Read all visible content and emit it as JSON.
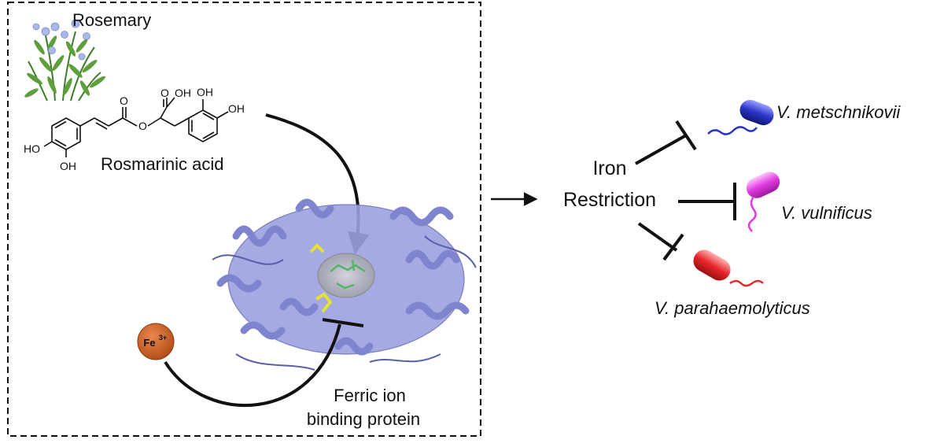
{
  "plant_label": "Rosemary",
  "compound_label": "Rosmarinic acid",
  "chem": {
    "oh": "OH",
    "ho": "HO",
    "o": "O"
  },
  "ion": {
    "symbol": "Fe",
    "charge": "3+"
  },
  "protein_label": {
    "line1": "Ferric ion",
    "line2": "binding protein"
  },
  "effect": {
    "line1": "Iron",
    "line2": "Restriction"
  },
  "species": [
    {
      "name": "V. metschnikovii",
      "color": "#2b35c9"
    },
    {
      "name": "V. vulnificus",
      "color": "#e03adf"
    },
    {
      "name": "V. parahaemolyticus",
      "color": "#e8262a"
    }
  ],
  "colors": {
    "protein": "#8c90d6",
    "ligand": "#56b36f",
    "ion": "#c95a22",
    "inhibit": "#111111"
  }
}
